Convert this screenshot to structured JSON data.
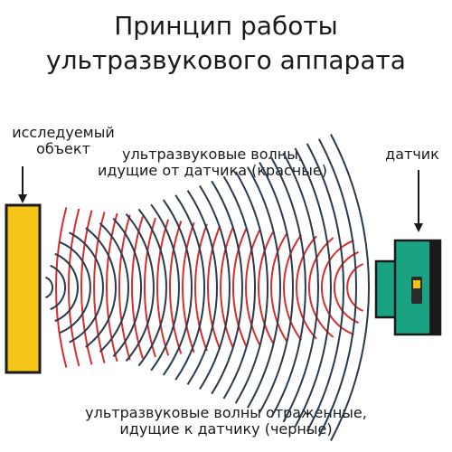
{
  "title": {
    "line1": "Принцип работы",
    "line2": "ультразвукового аппарата"
  },
  "labels": {
    "object_line1": "исследуемый",
    "object_line2": "объект",
    "red_waves_line1": "ультразвуковые волны,",
    "red_waves_line2": "идущие от датчика (красные)",
    "sensor": "датчик",
    "black_waves_line1": "ультразвуковые волны отраженные,",
    "black_waves_line2": "идущие к датчику (черные)"
  },
  "colors": {
    "object_fill": "#f5c518",
    "object_stroke": "#1a1a1a",
    "sensor_fill": "#1aa382",
    "sensor_dark": "#1a1a1a",
    "sensor_indicator": "#f2c200",
    "red_wave": "#d92c2c",
    "black_wave": "#2a3a4a"
  }
}
